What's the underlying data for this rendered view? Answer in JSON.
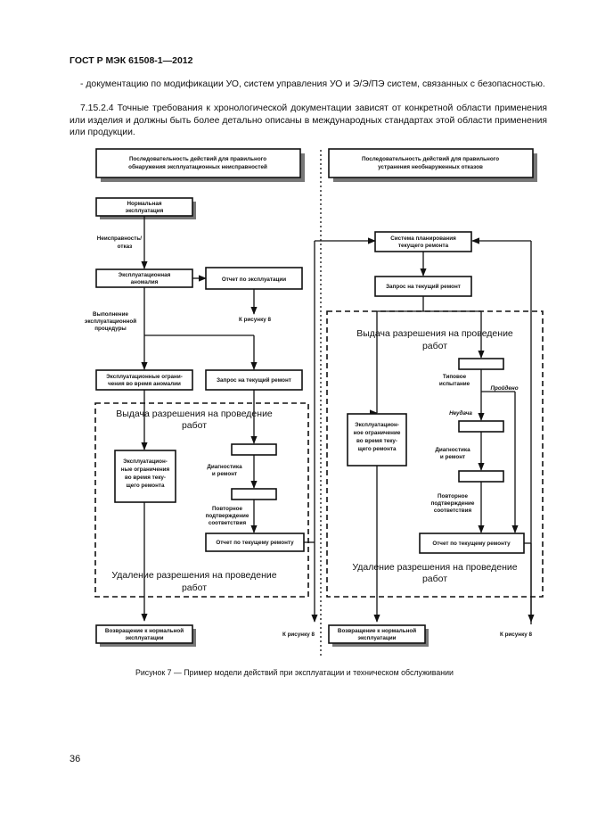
{
  "header": "ГОСТ Р МЭК 61508-1—2012",
  "para1": "- документацию по модификации УО, систем управления УО и Э/Э/ПЭ систем, связанных с безопасностью.",
  "para2": "7.15.2.4 Точные требования к хронологической документации зависят от конкретной области применения или изделия и должны быть более детально описаны в международных стандартах этой области применения или продукции.",
  "left": {
    "title": [
      "Последовательность действий для правильного",
      "обнаружения эксплуатационных неисправностей"
    ],
    "normal_op": [
      "Нормальная",
      "эксплуатация"
    ],
    "lbl_fault": [
      "Неисправность/",
      "отказ"
    ],
    "anomaly": [
      "Эксплуатационная",
      "аномалия"
    ],
    "report": "Отчет по эксплуатации",
    "to_fig8": "К рисунку 8",
    "lbl_proc": [
      "Выполнение",
      "эксплуатационной",
      "процедуры"
    ],
    "restriction": [
      "Эксплуатационные ограни-",
      "чения во время аномалии"
    ],
    "request": "Запрос на текущий ремонт",
    "permit_issue": [
      "Выдача разрешения на проведение",
      "работ"
    ],
    "restriction2": [
      "Эксплуатацион-",
      "ные ограничения",
      "во время теку-",
      "щего ремонта"
    ],
    "lbl_diag": [
      "Диагностика",
      "и ремонт"
    ],
    "lbl_retest": [
      "Повторное",
      "подтверждение",
      "соответствия"
    ],
    "repair_report": "Отчет по текущему ремонту",
    "permit_remove": [
      "Удаление разрешения на проведение",
      "работ"
    ],
    "return": [
      "Возвращение к нормальной",
      "эксплуатации"
    ],
    "to_fig8b": "К рисунку 8"
  },
  "right": {
    "title": [
      "Последовательность действий для правильного",
      "устранения необнаруженных отказов"
    ],
    "planning": [
      "Система планирования",
      "текущего ремонта"
    ],
    "request": "Запрос на текущий ремонт",
    "permit_issue": [
      "Выдача разрешения на проведение",
      "работ"
    ],
    "lbl_test": [
      "Типовое",
      "испытание"
    ],
    "lbl_pass": "Пройдено",
    "lbl_fail": "Неудача",
    "restriction": [
      "Эксплуатацион-",
      "ное ограничение",
      "во время теку-",
      "щего ремонта"
    ],
    "lbl_diag": [
      "Диагностика",
      "и ремонт"
    ],
    "lbl_retest": [
      "Повторное",
      "подтверждение",
      "соответствия"
    ],
    "repair_report": "Отчет по текущему ремонту",
    "permit_remove": [
      "Удаление разрешения на проведение",
      "работ"
    ],
    "return": [
      "Возвращение к нормальной",
      "эксплуатации"
    ],
    "to_fig8": "К рисунку 8"
  },
  "caption": "Рисунок 7 — Пример модели действий при эксплуатации и техническом обслуживании",
  "page_number": "36"
}
